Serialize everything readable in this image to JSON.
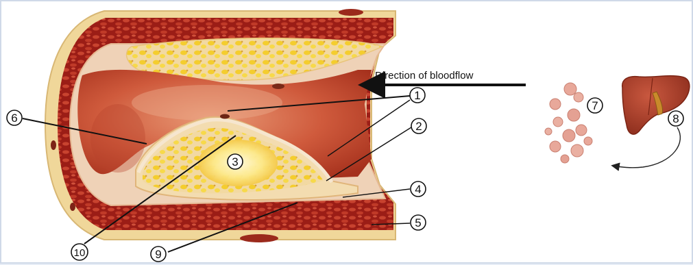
{
  "flow_label": "Direction of bloodflow",
  "markers": [
    "1",
    "2",
    "3",
    "4",
    "5",
    "6",
    "7",
    "8",
    "9",
    "10"
  ],
  "colors": {
    "adventitia": "#f0d79a",
    "media_muscle": "#a8201a",
    "muscle_cell": "#c4402f",
    "intima": "#efd2b7",
    "lumen_dark": "#b5331f",
    "lumen_light": "#e58a66",
    "lipid_yellow": "#f6d43f",
    "plaque_core": "#fff3b8",
    "platelet": "#e8a89a",
    "liver": "#a8402a",
    "leader_line": "#111111"
  }
}
